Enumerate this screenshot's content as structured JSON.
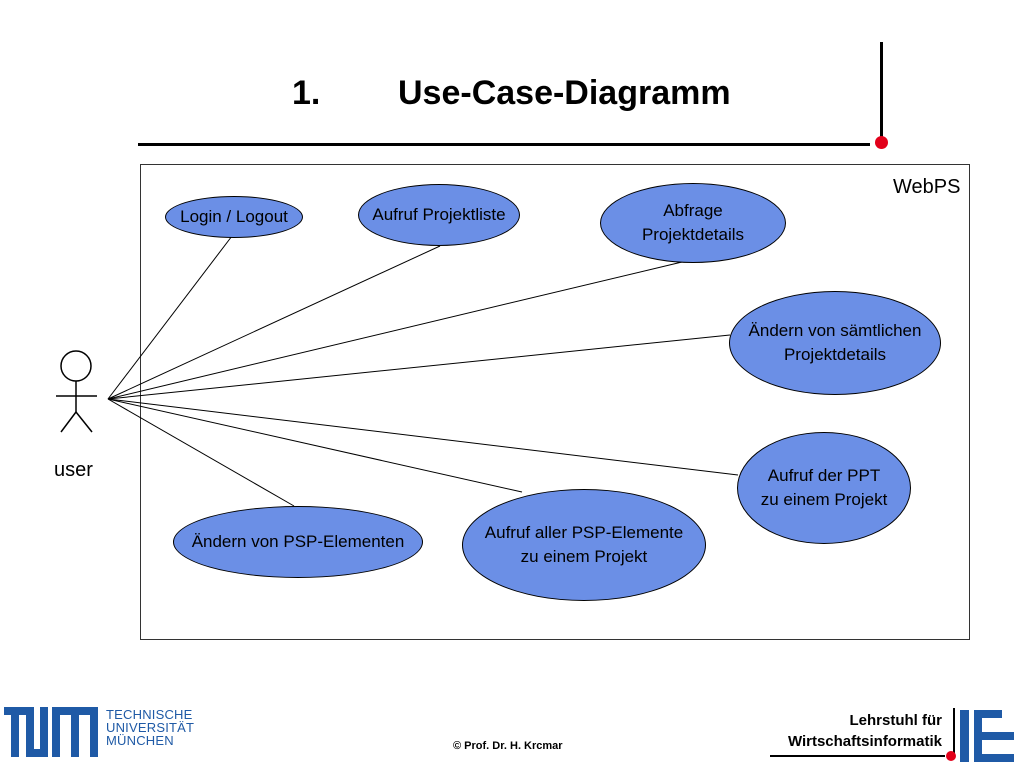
{
  "slide": {
    "title_number": "1.",
    "title_text": "Use-Case-Diagramm",
    "accent_color": "#e2001a"
  },
  "diagram": {
    "system_name": "WebPS",
    "actor": {
      "label": "user",
      "icon": "stick-figure-actor-icon"
    },
    "use_cases": [
      {
        "id": "login",
        "label": "Login / Logout"
      },
      {
        "id": "projektliste",
        "label": "Aufruf Projektliste"
      },
      {
        "id": "projektdetails",
        "label": "Abfrage\nProjektdetails"
      },
      {
        "id": "aendern-details",
        "label": "Ändern von sämtlichen\nProjektdetails"
      },
      {
        "id": "ppt",
        "label": "Aufruf der PPT\nzu einem Projekt"
      },
      {
        "id": "psp-elemente",
        "label": "Aufruf aller PSP-Elemente\nzu einem Projekt"
      },
      {
        "id": "aendern-psp",
        "label": "Ändern von PSP-Elementen"
      }
    ],
    "use_case_fill": "#6b8fe6"
  },
  "footer": {
    "copyright": "© Prof. Dr. H. Krcmar",
    "university_name": "TECHNISCHE\nUNIVERSITÄT\nMÜNCHEN",
    "university_logo_icon": "tum-logo-icon",
    "university_color": "#1f5aa6",
    "chair_name": "Lehrstuhl für\nWirtschaftsinformatik",
    "chair_logo_icon": "chair-logo-icon"
  }
}
